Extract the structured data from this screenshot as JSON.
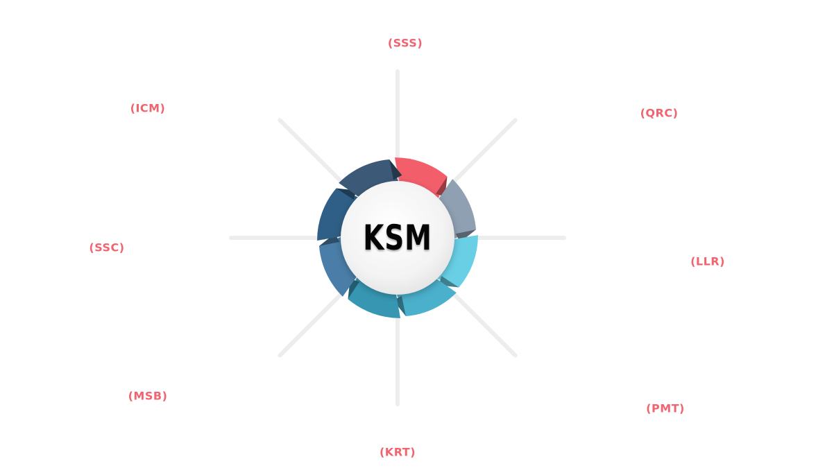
{
  "center": {
    "label": "KSM"
  },
  "nodes": [
    {
      "label": "(SSS)",
      "direction": "N",
      "color": "#f25f6b"
    },
    {
      "label": "(QRC)",
      "direction": "NE",
      "color": "#8fa0b3"
    },
    {
      "label": "(LLR)",
      "direction": "E",
      "color": "#68cfe5"
    },
    {
      "label": "(PMT)",
      "direction": "SE",
      "color": "#4ab0cb"
    },
    {
      "label": "(KRT)",
      "direction": "S",
      "color": "#3797b3"
    },
    {
      "label": "(MSB)",
      "direction": "SW",
      "color": "#4a7ea8"
    },
    {
      "label": "(SSC)",
      "direction": "W",
      "color": "#2f5f86"
    },
    {
      "label": "(ICM)",
      "direction": "NW",
      "color": "#3c5a78"
    }
  ],
  "colors": {
    "label": "#f06470",
    "center_text": "#050505",
    "center_fill": "#f4f4f4"
  }
}
